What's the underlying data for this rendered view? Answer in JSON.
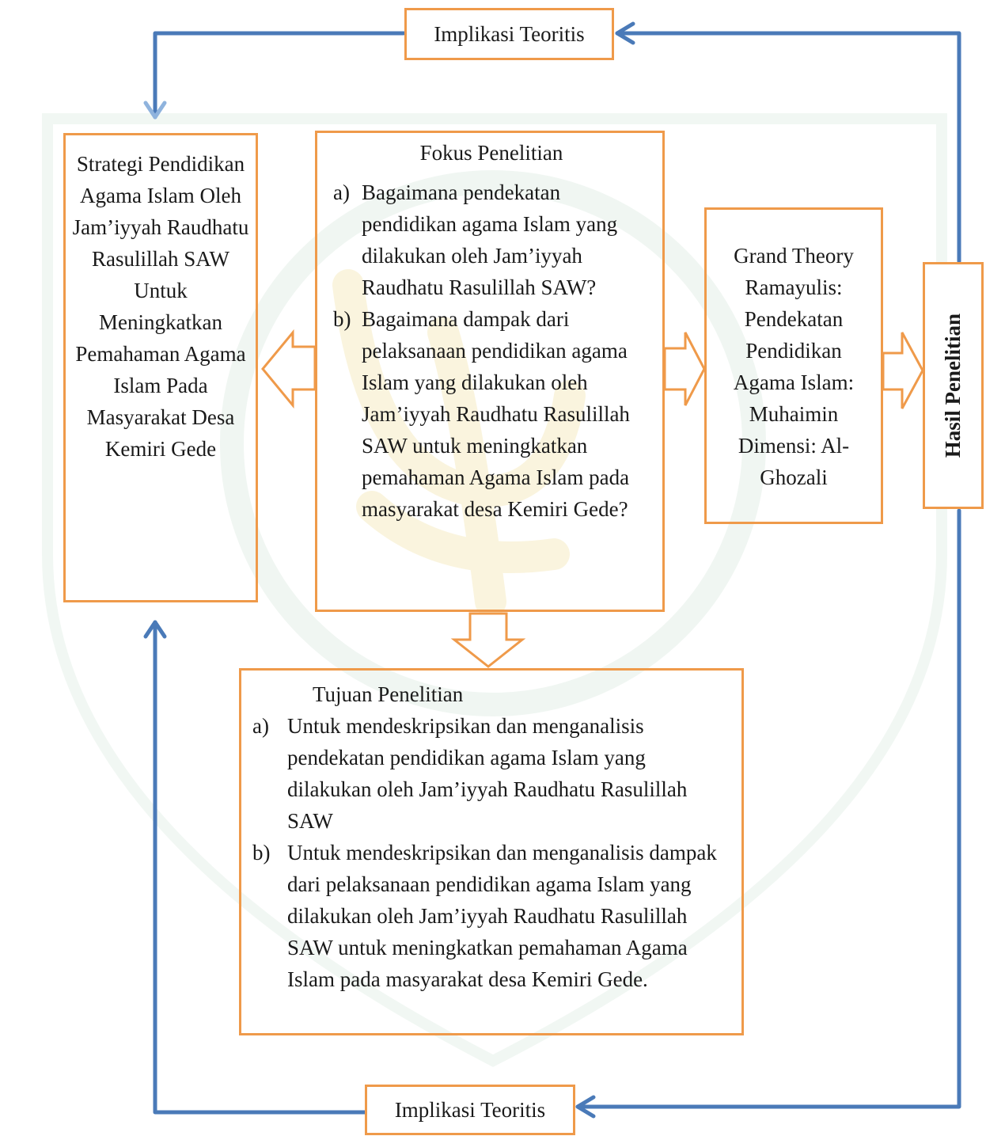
{
  "top_label": "Implikasi Teoritis",
  "bottom_label": "Implikasi Teoritis",
  "strategi": "Strategi Pendidikan Agama Islam Oleh Jam’iyyah Raudhatu Rasulillah SAW Untuk Meningkatkan Pemahaman Agama Islam Pada Masyarakat Desa Kemiri Gede",
  "fokus": {
    "title": "Fokus Penelitian",
    "items": [
      {
        "marker": "a)",
        "text": "Bagaimana pendekatan pendidikan agama Islam yang dilakukan oleh Jam’iyyah Raudhatu Rasulillah SAW?"
      },
      {
        "marker": "b)",
        "text": "Bagaimana dampak dari pelaksanaan pendidikan agama Islam yang dilakukan oleh Jam’iyyah Raudhatu Rasulillah SAW untuk meningkatkan pemahaman Agama Islam pada masyarakat desa Kemiri Gede?"
      }
    ]
  },
  "grand_theory": "Grand Theory Ramayulis: Pendekatan Pendidikan Agama Islam: Muhaimin Dimensi: Al-Ghozali",
  "hasil": "Hasil Penelitian",
  "tujuan": {
    "title": "Tujuan Penelitian",
    "items": [
      {
        "marker": "a)",
        "text": "Untuk mendeskripsikan dan menganalisis pendekatan pendidikan agama Islam yang dilakukan oleh Jam’iyyah Raudhatu Rasulillah SAW"
      },
      {
        "marker": "b)",
        "text": "Untuk mendeskripsikan dan menganalisis dampak dari pelaksanaan pendidikan agama Islam yang dilakukan oleh Jam’iyyah Raudhatu Rasulillah SAW untuk meningkatkan pemahaman Agama Islam pada masyarakat desa Kemiri Gede."
      }
    ]
  },
  "colors": {
    "box_border": "#ef9a4a",
    "line": "#4a7ab8",
    "line_light": "#8fb3dd",
    "watermark": "#3f8f5a"
  }
}
